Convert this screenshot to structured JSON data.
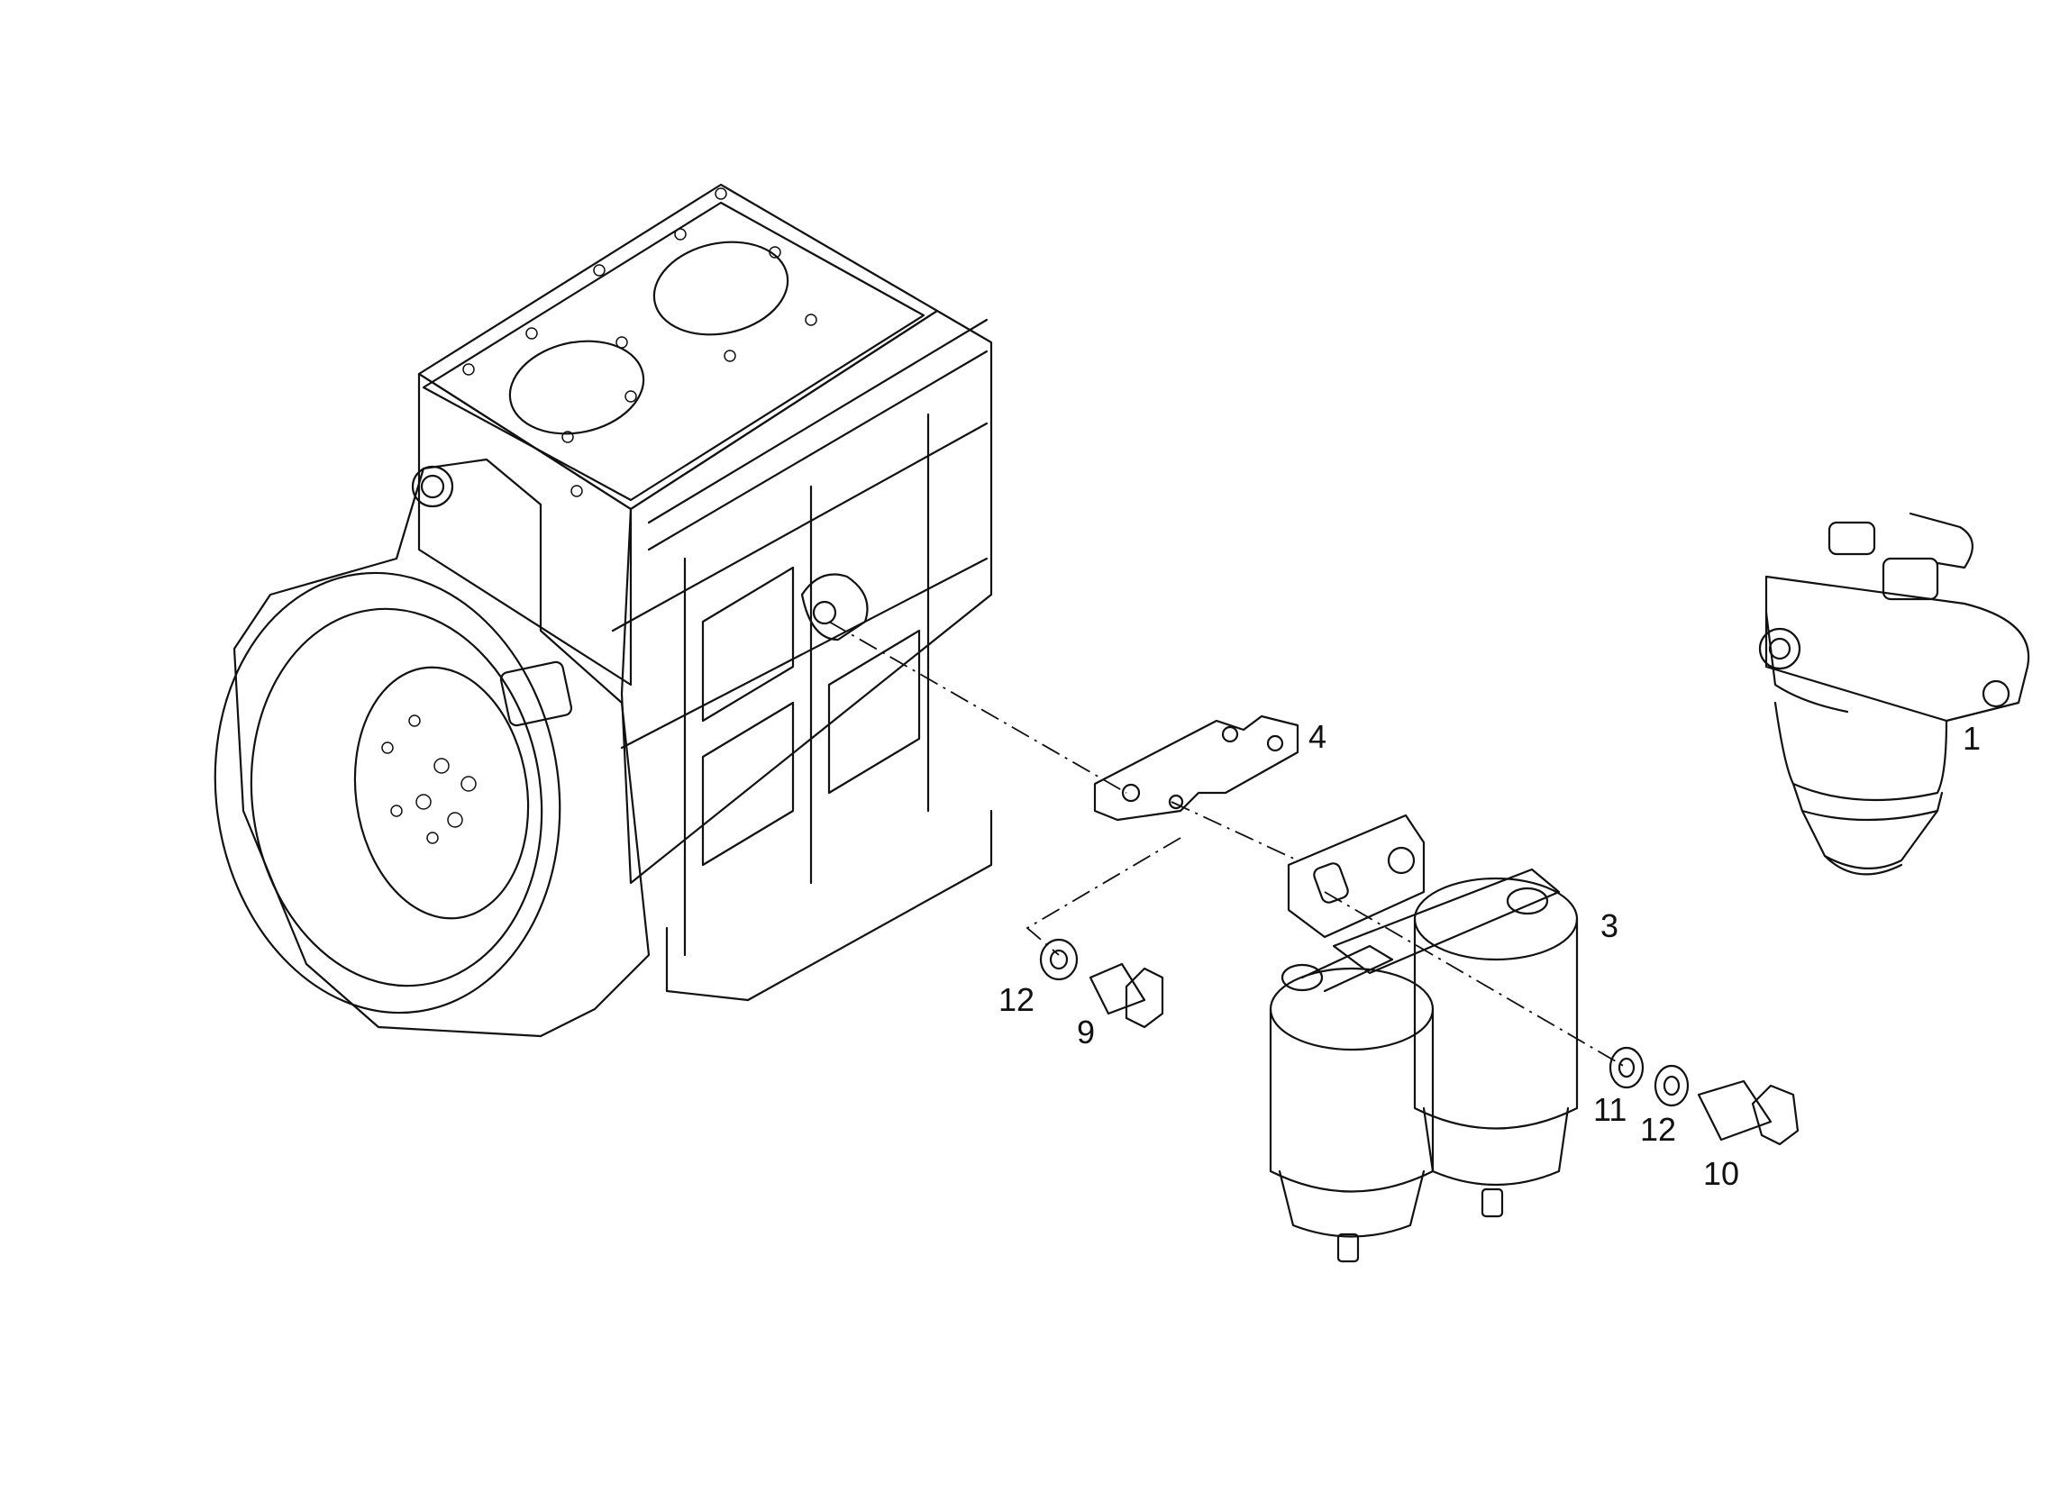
{
  "callouts": {
    "c1": "1",
    "c3": "3",
    "c4": "4",
    "c9": "9",
    "c10": "10",
    "c11": "11",
    "c12a": "12",
    "c12b": "12"
  },
  "parts": [
    "engine-block",
    "flywheel-housing",
    "fuel-filter-1",
    "fuel-filter-3",
    "bracket-4",
    "bolt-9",
    "bolt-10",
    "washer-11",
    "washer-12"
  ]
}
